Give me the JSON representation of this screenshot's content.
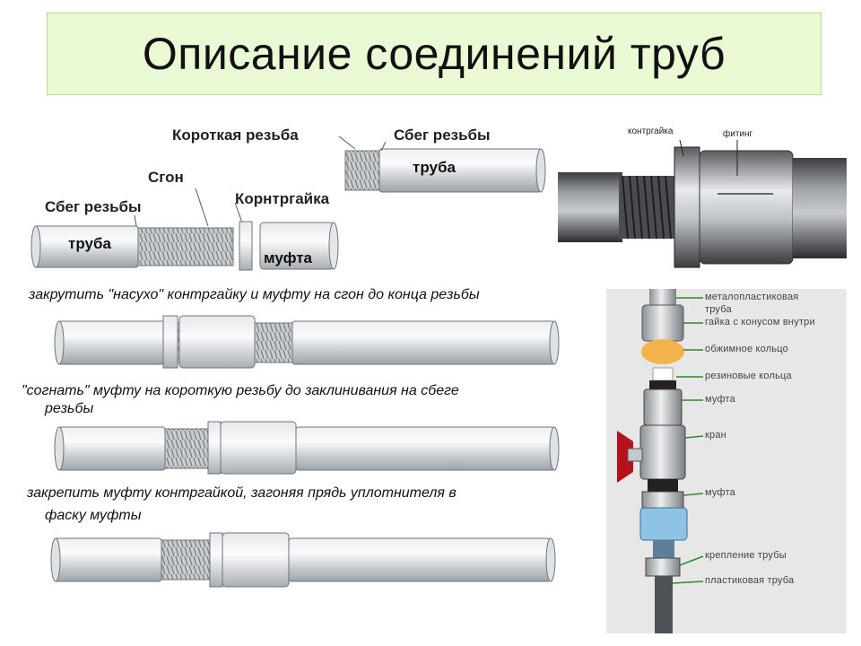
{
  "title": "Описание соединений труб",
  "top_labels": {
    "short_thread": "Короткая резьба",
    "thread_runout_right": "Сбег резьбы",
    "pipe_right": "труба",
    "sgon": "Сгон",
    "locknut": "Корнтргайка",
    "thread_runout_left": "Сбег резьбы",
    "pipe_left": "труба",
    "coupling": "муфта"
  },
  "steps": {
    "step1": "закрутить \"насухо\" контргайку и муфту на сгон до конца резьбы",
    "step2_line1": "\"согнать\" муфту на короткую резьбу до заклинивания на сбеге",
    "step2_line2": "резьбы",
    "step3_line1": "закрепить муфту контргайкой, загоняя прядь уплотнителя в",
    "step3_line2": "фаску муфты"
  },
  "photo_labels": {
    "locknut": "контргайка",
    "fitting": "фитинг"
  },
  "assembly_labels": [
    "металопластиковая",
    "труба",
    "гайка с конусом внутри",
    "обжимное кольцо",
    "резиновые кольца",
    "муфта",
    "кран",
    "муфта",
    "крепление трубы",
    "пластиковая труба"
  ],
  "colors": {
    "title_bg": "#eafad4",
    "pipe_fill": "#d3d6d9",
    "pipe_stroke": "#6f7478",
    "thread": "#9aa0a5"
  }
}
